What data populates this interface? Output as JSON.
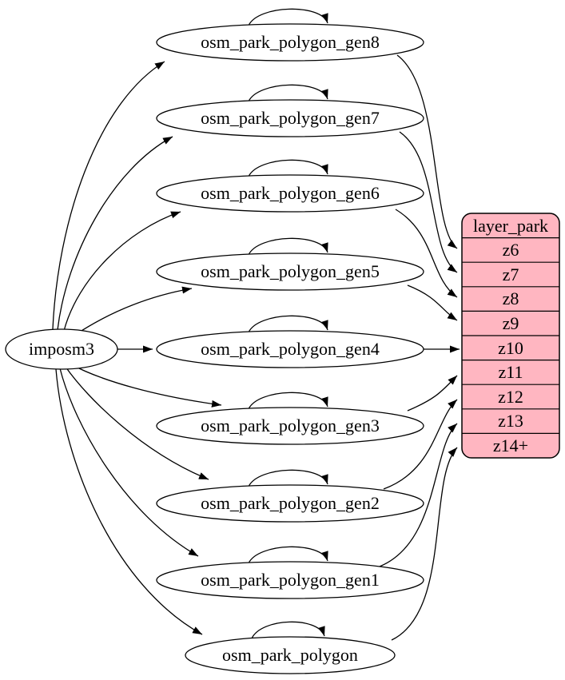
{
  "diagram": {
    "type": "graphviz-dependency-graph",
    "source": {
      "label": "imposm3"
    },
    "tables": [
      {
        "label": "osm_park_polygon_gen8",
        "self_loop": true,
        "maps_to": "z6"
      },
      {
        "label": "osm_park_polygon_gen7",
        "self_loop": true,
        "maps_to": "z7"
      },
      {
        "label": "osm_park_polygon_gen6",
        "self_loop": true,
        "maps_to": "z8"
      },
      {
        "label": "osm_park_polygon_gen5",
        "self_loop": true,
        "maps_to": "z9"
      },
      {
        "label": "osm_park_polygon_gen4",
        "self_loop": true,
        "maps_to": "z10"
      },
      {
        "label": "osm_park_polygon_gen3",
        "self_loop": true,
        "maps_to": "z11"
      },
      {
        "label": "osm_park_polygon_gen2",
        "self_loop": true,
        "maps_to": "z12"
      },
      {
        "label": "osm_park_polygon_gen1",
        "self_loop": true,
        "maps_to": "z13"
      },
      {
        "label": "osm_park_polygon",
        "self_loop": true,
        "maps_to": "z14+"
      }
    ],
    "layer": {
      "title": "layer_park",
      "zoom_rows": [
        "z6",
        "z7",
        "z8",
        "z9",
        "z10",
        "z11",
        "z12",
        "z13",
        "z14+"
      ]
    },
    "edges": [
      {
        "from": "imposm3",
        "to": "osm_park_polygon_gen8"
      },
      {
        "from": "imposm3",
        "to": "osm_park_polygon_gen7"
      },
      {
        "from": "imposm3",
        "to": "osm_park_polygon_gen6"
      },
      {
        "from": "imposm3",
        "to": "osm_park_polygon_gen5"
      },
      {
        "from": "imposm3",
        "to": "osm_park_polygon_gen4"
      },
      {
        "from": "imposm3",
        "to": "osm_park_polygon_gen3"
      },
      {
        "from": "imposm3",
        "to": "osm_park_polygon_gen2"
      },
      {
        "from": "imposm3",
        "to": "osm_park_polygon_gen1"
      },
      {
        "from": "imposm3",
        "to": "osm_park_polygon"
      },
      {
        "from": "osm_park_polygon_gen8",
        "to": "layer_park:z6"
      },
      {
        "from": "osm_park_polygon_gen7",
        "to": "layer_park:z7"
      },
      {
        "from": "osm_park_polygon_gen6",
        "to": "layer_park:z8"
      },
      {
        "from": "osm_park_polygon_gen5",
        "to": "layer_park:z9"
      },
      {
        "from": "osm_park_polygon_gen4",
        "to": "layer_park:z10"
      },
      {
        "from": "osm_park_polygon_gen3",
        "to": "layer_park:z11"
      },
      {
        "from": "osm_park_polygon_gen2",
        "to": "layer_park:z12"
      },
      {
        "from": "osm_park_polygon_gen1",
        "to": "layer_park:z13"
      },
      {
        "from": "osm_park_polygon",
        "to": "layer_park:z14+"
      }
    ],
    "colors": {
      "layer_fill": "#ffb6c1",
      "node_fill": "#ffffff",
      "stroke": "#000000",
      "text": "#000000",
      "background": "#ffffff"
    }
  }
}
